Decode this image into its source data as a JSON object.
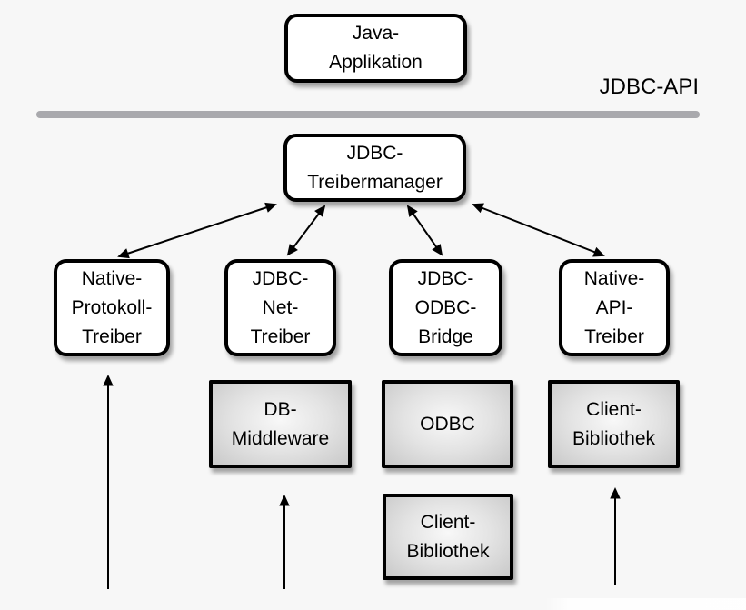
{
  "labels": {
    "api": "JDBC-API"
  },
  "nodes": {
    "java_app": {
      "lines": [
        "Java-",
        "Applikation"
      ]
    },
    "treibermanager": {
      "lines": [
        "JDBC-",
        "Treibermanager"
      ]
    },
    "native_protokoll": {
      "lines": [
        "Native-",
        "Protokoll-",
        "Treiber"
      ]
    },
    "jdbc_net": {
      "lines": [
        "JDBC-",
        "Net-",
        "Treiber"
      ]
    },
    "jdbc_odbc": {
      "lines": [
        "JDBC-",
        "ODBC-",
        "Bridge"
      ]
    },
    "native_api": {
      "lines": [
        "Native-",
        "API-",
        "Treiber"
      ]
    },
    "db_middleware": {
      "lines": [
        "DB-",
        "Middleware"
      ]
    },
    "odbc": {
      "lines": [
        "ODBC"
      ]
    },
    "client_bibliothek_api": {
      "lines": [
        "Client-",
        "Bibliothek"
      ]
    },
    "client_bibliothek_odbc": {
      "lines": [
        "Client-",
        "Bibliothek"
      ]
    }
  },
  "edges": [
    {
      "from": "treibermanager",
      "to": "native_protokoll",
      "bidirectional": true
    },
    {
      "from": "treibermanager",
      "to": "jdbc_net",
      "bidirectional": true
    },
    {
      "from": "treibermanager",
      "to": "jdbc_odbc",
      "bidirectional": true
    },
    {
      "from": "treibermanager",
      "to": "native_api",
      "bidirectional": true
    },
    {
      "from": "offscreen_bottom",
      "to": "native_protokoll",
      "bidirectional": false
    },
    {
      "from": "offscreen_bottom",
      "to": "db_middleware",
      "bidirectional": false
    },
    {
      "from": "offscreen_bottom",
      "to": "client_bibliothek_api",
      "bidirectional": false
    }
  ],
  "colors": {
    "background": "#f7f7f7",
    "box_fill": "#ffffff",
    "box_border": "#000000",
    "gray_box_center": "#f8f8f8",
    "gray_box_edge": "#c9c9c9",
    "separator": "#a9a9ad",
    "arrow": "#000000"
  }
}
